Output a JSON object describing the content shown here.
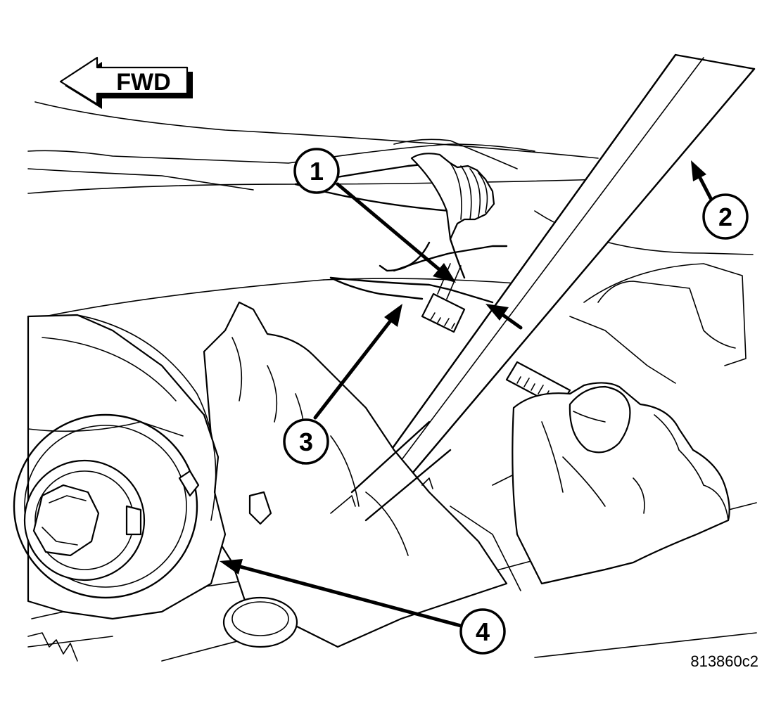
{
  "direction": {
    "label": "FWD"
  },
  "callouts": [
    {
      "number": "1"
    },
    {
      "number": "2"
    },
    {
      "number": "3"
    },
    {
      "number": "4"
    }
  ],
  "figure_id": "813860c2"
}
